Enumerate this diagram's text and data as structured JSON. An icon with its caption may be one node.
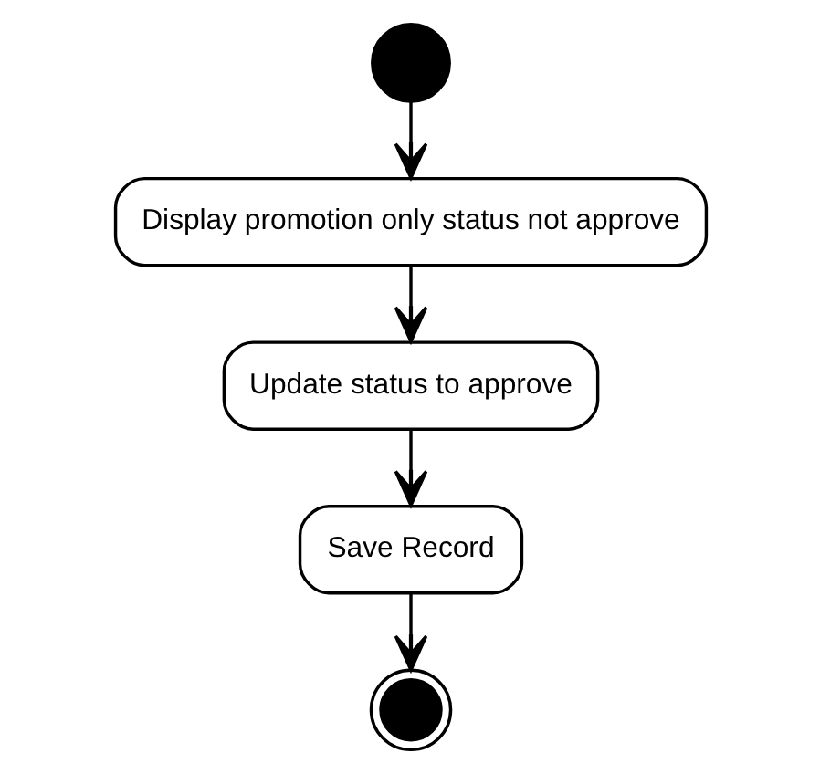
{
  "diagram": {
    "nodes": [
      {
        "text": [],
        "shape": "circle"
      },
      {
        "text": [
          "Display promotion only status not approve"
        ]
      },
      {
        "text": [
          "Update status to approve"
        ]
      },
      {
        "text": [
          "Save Record"
        ]
      },
      {
        "text": [],
        "shape": "bullseye"
      }
    ],
    "edges": [
      {
        "from": 0,
        "to": 1,
        "arrow": "to"
      },
      {
        "from": 1,
        "to": 2,
        "arrow": "to"
      },
      {
        "from": 2,
        "to": 3,
        "arrow": "to"
      },
      {
        "from": 3,
        "to": 4,
        "arrow": "to"
      }
    ]
  }
}
